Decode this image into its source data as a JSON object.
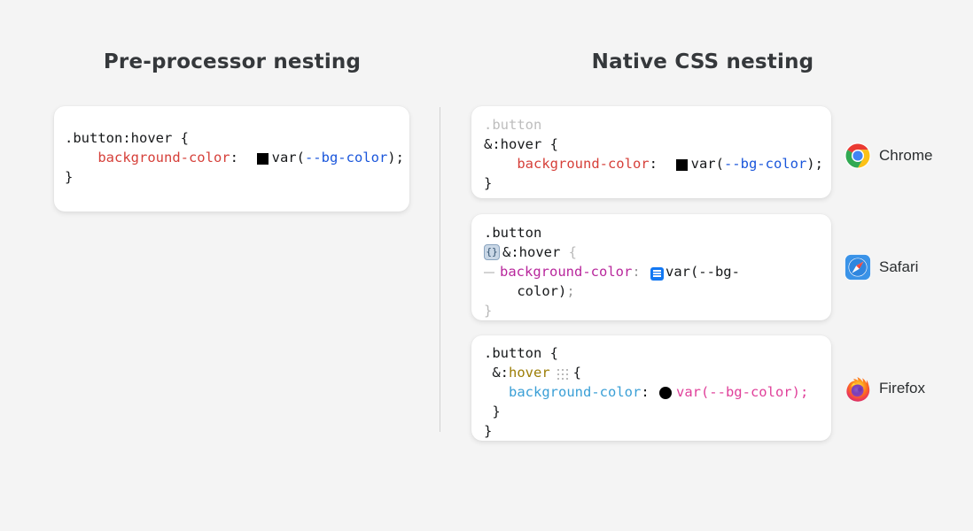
{
  "headings": {
    "left": "Pre-processor nesting",
    "right": "Native CSS nesting"
  },
  "colors": {
    "background": "#f4f4f4",
    "card_background": "#ffffff",
    "divider": "#d2d2d2",
    "heading_text": "#35383b",
    "preprocessor_property": "#d6403a",
    "preprocessor_variable": "#1a56db",
    "safari_property": "#b8279c",
    "safari_dim": "#b9b9b9",
    "firefox_property": "#3a9fd6",
    "firefox_variable": "#e0409a",
    "firefox_pseudo": "#9c7d06",
    "chrome_dim": "#bdbdbd",
    "safari_swatch": "#1278f3",
    "swatch_black": "#000000"
  },
  "cards": {
    "preprocessor": {
      "name": "preprocessor-code-card",
      "lines": [
        {
          "tokens": [
            {
              "text": ".button:hover {",
              "color": "plain"
            }
          ]
        },
        {
          "tokens": [
            {
              "text": "    ",
              "color": "plain"
            },
            {
              "text": "background-color",
              "color": "red"
            },
            {
              "text": ":  ",
              "color": "plain"
            },
            {
              "swatch": "square-black"
            },
            {
              "text": "var(",
              "color": "plain"
            },
            {
              "text": "--bg-color",
              "color": "blue"
            },
            {
              "text": ");",
              "color": "plain"
            }
          ]
        },
        {
          "tokens": [
            {
              "text": "}",
              "color": "plain"
            }
          ]
        }
      ]
    },
    "chrome": {
      "name": "chrome-code-card",
      "lines": [
        {
          "tokens": [
            {
              "text": ".button",
              "color": "dim"
            }
          ]
        },
        {
          "tokens": [
            {
              "text": "&:hover {",
              "color": "plain"
            }
          ]
        },
        {
          "tokens": [
            {
              "text": "    ",
              "color": "plain"
            },
            {
              "text": "background-color",
              "color": "red"
            },
            {
              "text": ":  ",
              "color": "plain"
            },
            {
              "swatch": "square-black"
            },
            {
              "text": "var(",
              "color": "plain"
            },
            {
              "text": "--bg-color",
              "color": "blue"
            },
            {
              "text": ");",
              "color": "plain"
            }
          ]
        },
        {
          "tokens": [
            {
              "text": "}",
              "color": "plain"
            }
          ]
        }
      ]
    },
    "safari": {
      "name": "safari-code-card",
      "lines": [
        {
          "tokens": [
            {
              "text": ".button",
              "color": "plain"
            }
          ]
        },
        {
          "tokens": [
            {
              "badge": "braces-badge",
              "badge_text": "{}"
            },
            {
              "text": "&:hover ",
              "color": "plain"
            },
            {
              "text": "{",
              "color": "dim2"
            }
          ]
        },
        {
          "tokens": [
            {
              "gutter": "dash"
            },
            {
              "text": "background-color",
              "color": "magenta"
            },
            {
              "text": ": ",
              "color": "greyp"
            },
            {
              "swatch": "safari-lines"
            },
            {
              "text": "var(--bg-",
              "color": "plain"
            }
          ]
        },
        {
          "tokens": [
            {
              "text": "    color)",
              "color": "plain"
            },
            {
              "text": ";",
              "color": "greyp"
            }
          ]
        },
        {
          "tokens": [
            {
              "text": "}",
              "color": "dim2"
            }
          ]
        }
      ]
    },
    "firefox": {
      "name": "firefox-code-card",
      "lines": [
        {
          "tokens": [
            {
              "text": ".button {",
              "color": "plain"
            }
          ]
        },
        {
          "tokens": [
            {
              "text": " &:",
              "color": "plain"
            },
            {
              "text": "hover",
              "color": "amber"
            },
            {
              "handle": "dot-grid"
            },
            {
              "text": "{",
              "color": "plain"
            }
          ]
        },
        {
          "tokens": [
            {
              "text": "   ",
              "color": "plain"
            },
            {
              "text": "background-color",
              "color": "ltblue"
            },
            {
              "text": ": ",
              "color": "plain"
            },
            {
              "swatch": "circle-black"
            },
            {
              "text": "var(--bg-color);",
              "color": "pink"
            }
          ]
        },
        {
          "tokens": [
            {
              "text": " }",
              "color": "plain"
            }
          ]
        },
        {
          "tokens": [
            {
              "text": "}",
              "color": "plain"
            }
          ]
        }
      ]
    }
  },
  "browsers": [
    {
      "name": "chrome",
      "label": "Chrome",
      "icon": "chrome-logo-icon"
    },
    {
      "name": "safari",
      "label": "Safari",
      "icon": "safari-logo-icon"
    },
    {
      "name": "firefox",
      "label": "Firefox",
      "icon": "firefox-logo-icon"
    }
  ]
}
